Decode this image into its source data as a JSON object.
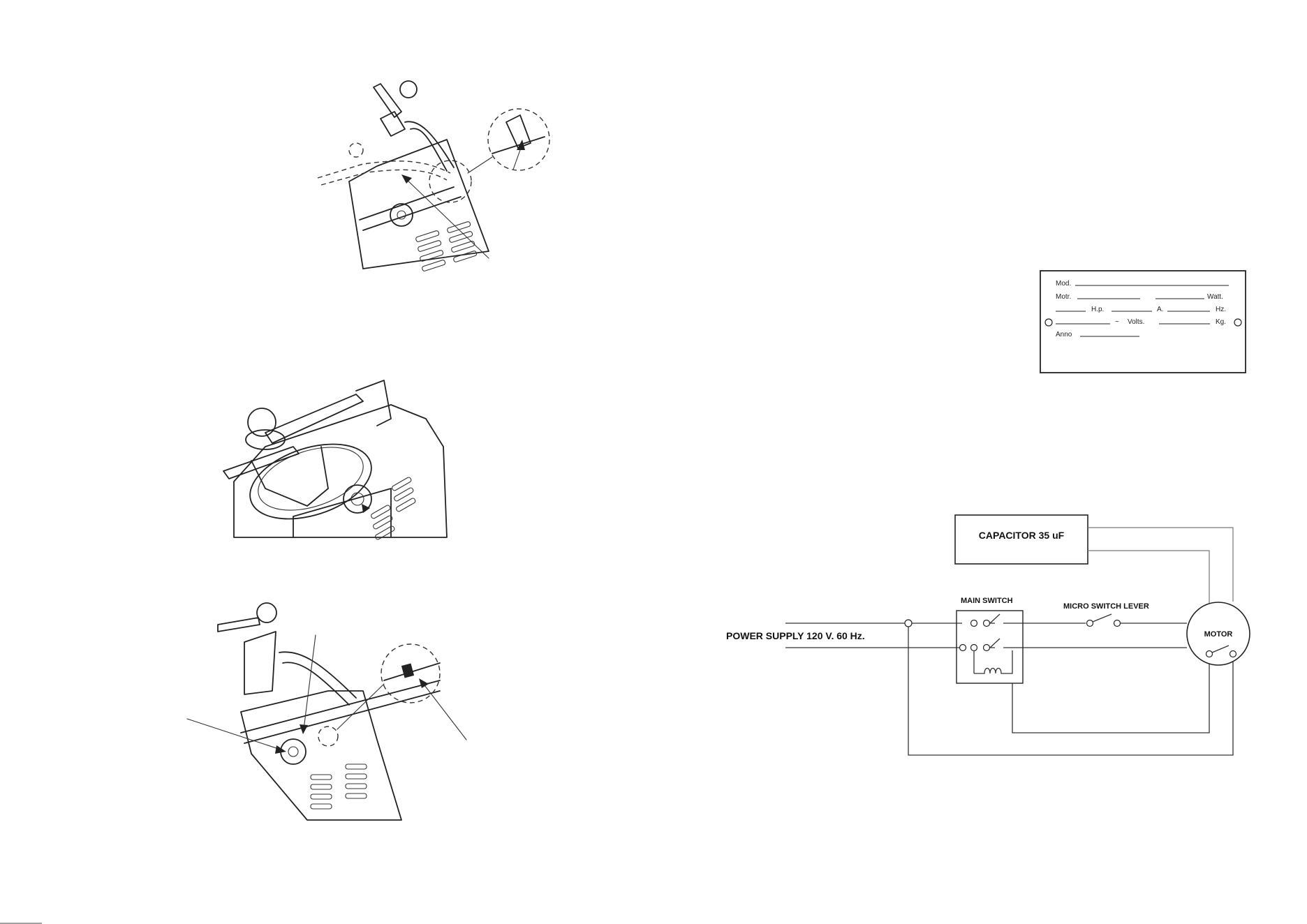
{
  "rating_plate": {
    "mod": "Mod.",
    "motr": "Motr.",
    "watt": "Watt.",
    "hp": "H.p.",
    "amp": "A.",
    "hz": "Hz.",
    "tilde": "~",
    "volts": "Volts.",
    "kg": "Kg.",
    "anno": "Anno"
  },
  "wiring": {
    "capacitor": "CAPACITOR 35 uF",
    "main_switch": "MAIN SWITCH",
    "micro_switch": "MICRO SWITCH LEVER",
    "power_supply": "POWER SUPPLY 120 V. 60 Hz.",
    "motor": "MOTOR"
  }
}
